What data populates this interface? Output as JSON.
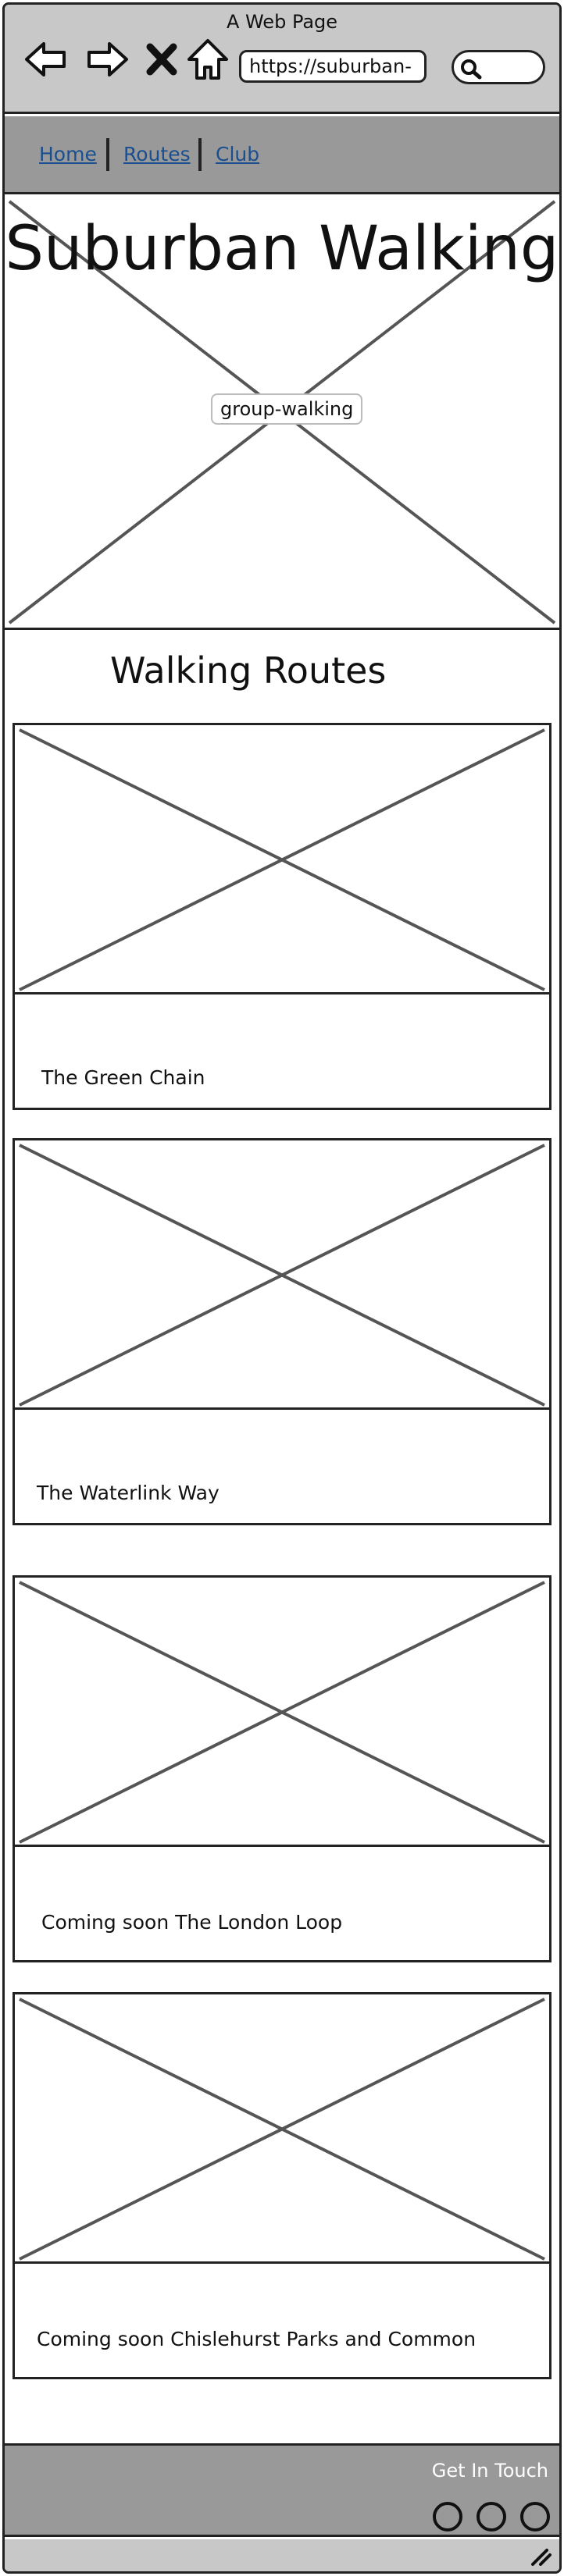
{
  "window": {
    "title": "A Web Page"
  },
  "browser": {
    "url": "https://suburban-",
    "back_icon": "arrow-left-icon",
    "forward_icon": "arrow-right-icon",
    "close_icon": "x-icon",
    "home_icon": "home-icon",
    "search_icon": "magnifier-icon"
  },
  "nav": {
    "links": [
      "Home",
      "Routes",
      "Club"
    ]
  },
  "hero": {
    "title": "Suburban Walking",
    "image_caption": "group-walking"
  },
  "routes": {
    "heading": "Walking Routes",
    "cards": [
      {
        "title": "The Green Chain"
      },
      {
        "title": "The Waterlink Way"
      },
      {
        "title": "Coming soon The London Loop"
      },
      {
        "title": "Coming soon Chislehurst Parks and Common"
      }
    ]
  },
  "footer": {
    "label": "Get In Touch",
    "social_icons": [
      "social-circle-icon",
      "social-circle-icon",
      "social-circle-icon"
    ]
  },
  "colors": {
    "chrome": "#c8c8c8",
    "bar": "#999999",
    "link": "#1a4f8f",
    "line": "#222222",
    "placeholder_line": "#555555"
  }
}
